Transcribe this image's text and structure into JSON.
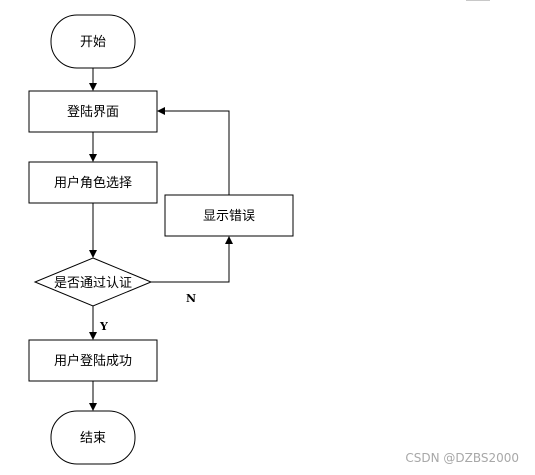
{
  "nodes": {
    "start": "开始",
    "login": "登陆界面",
    "role_select": "用户角色选择",
    "show_error": "显示错误",
    "auth_check": "是否通过认证",
    "login_success": "用户登陆成功",
    "end": "结束"
  },
  "edge_labels": {
    "yes": "Y",
    "no": "N"
  },
  "watermark": "CSDN @DZBS2000"
}
